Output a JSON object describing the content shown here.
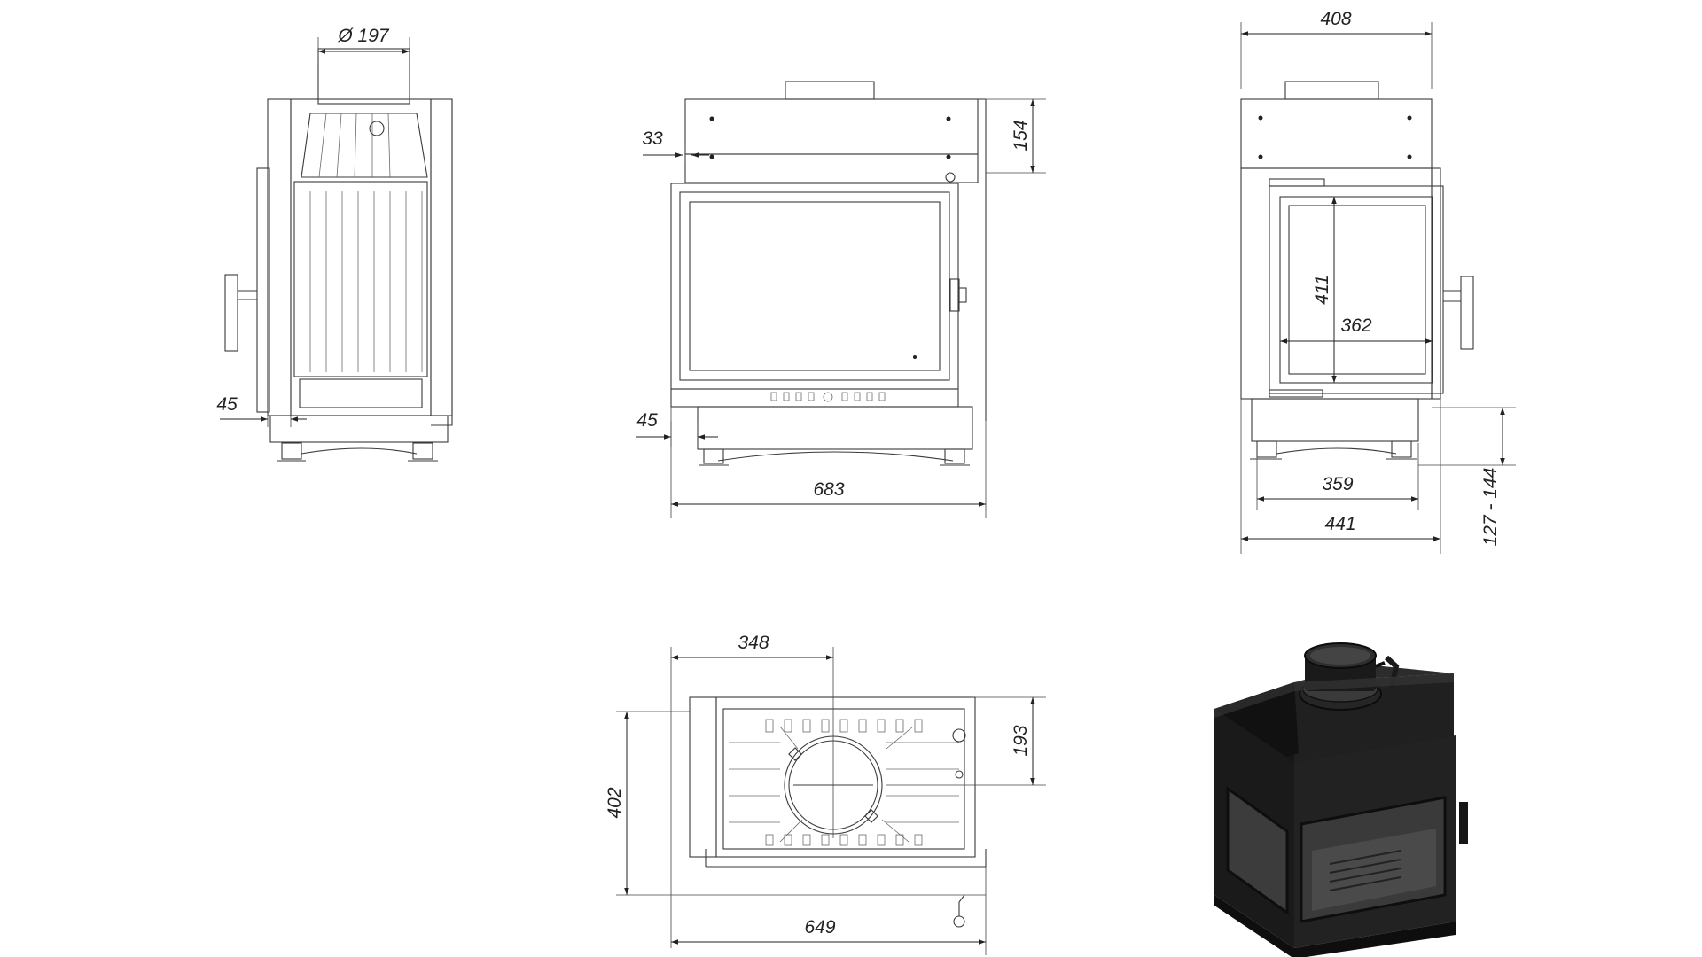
{
  "dimensions": {
    "side_left": {
      "flue_diameter": "Ø 197",
      "offset": "45"
    },
    "front": {
      "top_offset": "33",
      "top_height": "154",
      "bottom_offset": "45",
      "width": "683"
    },
    "side_right": {
      "top_width": "408",
      "glass_height": "411",
      "glass_width": "362",
      "base_width": "359",
      "depth": "441",
      "leg_range": "127 - 144"
    },
    "top": {
      "flue_x": "348",
      "flue_y": "193",
      "depth": "402",
      "width": "649"
    }
  },
  "colors": {
    "line": "#3a3a3a",
    "dimension": "#222222",
    "render_body": "#1c1c1c"
  }
}
